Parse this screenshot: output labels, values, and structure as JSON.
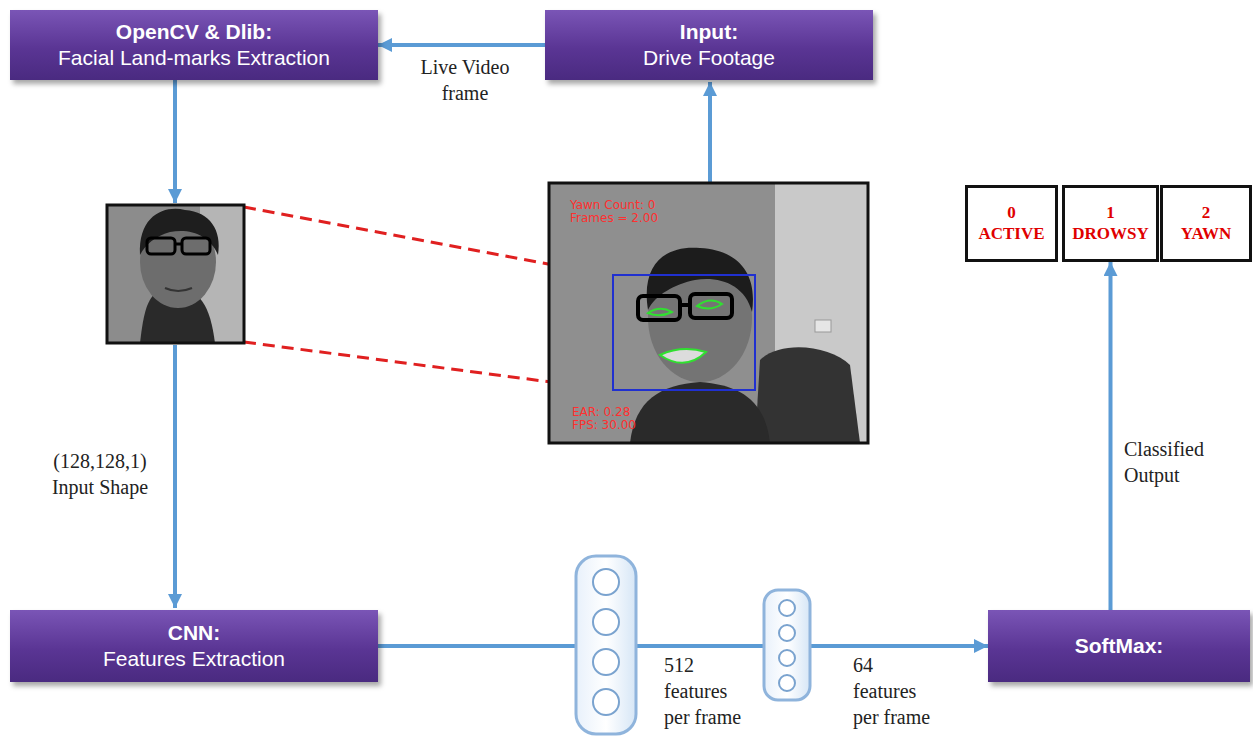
{
  "diagram": {
    "nodes": [
      {
        "text": [
          "OpenCV & Dlib:",
          "Facial Land-marks Extraction"
        ]
      },
      {
        "text": [
          "Input:",
          "Drive Footage"
        ]
      },
      {
        "text": [
          "0",
          "ACTIVE"
        ]
      },
      {
        "text": [
          "1",
          "DROWSY"
        ]
      },
      {
        "text": [
          "2",
          "YAWN"
        ]
      },
      {
        "text": [
          "CNN:",
          "Features Extraction"
        ]
      },
      {
        "text": [
          "SoftMax:"
        ]
      }
    ],
    "edges": [
      {
        "from": 1,
        "to": 0,
        "arrow": "to",
        "label": "Live Video frame"
      },
      {
        "from": 5,
        "to": 6,
        "arrow": "to"
      },
      {
        "from": 6,
        "to": 3,
        "arrow": "to",
        "label": "Classified Output"
      }
    ],
    "labels": [
      "Yawn Count: 0",
      "Frames = 2.00",
      "EAR: 0.28",
      "FPS: 30.00",
      "(128,128,1) Input Shape",
      "512 features per frame",
      "64 features per frame"
    ]
  }
}
